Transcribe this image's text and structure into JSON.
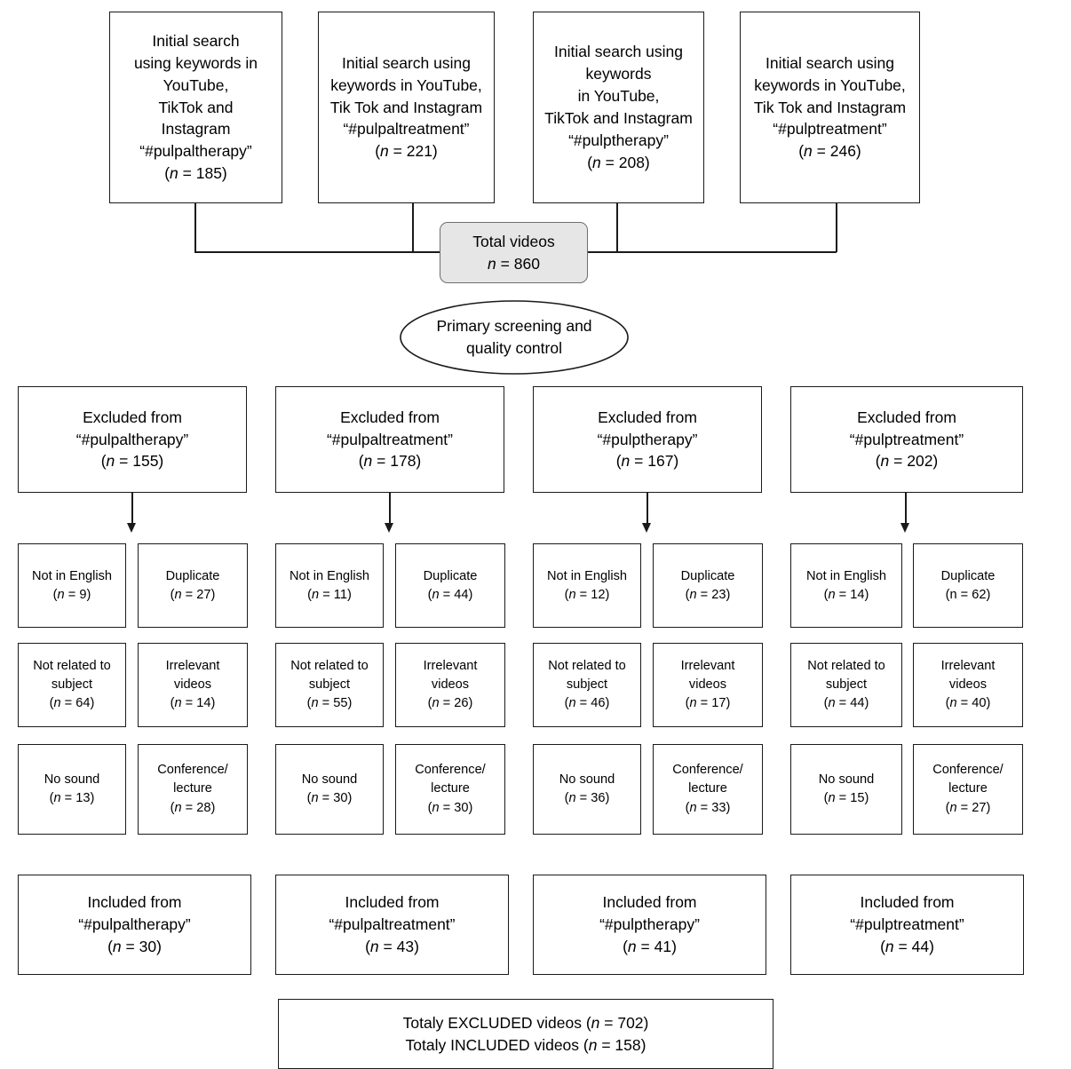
{
  "figure": {
    "type": "flowchart",
    "title": "Video selection flow diagram"
  },
  "top_boxes": [
    {
      "text": "Initial search\nusing keywords in\nYouTube,\nTikTok and\nInstagram\n“#pulpaltherapy”\n(n = 185)",
      "keyword": "#pulpaltherapy",
      "n": 185
    },
    {
      "text": "Initial search using\nkeywords in YouTube,\nTik Tok and Instagram\n“#pulpaltreatment”\n(n = 221)",
      "keyword": "#pulpaltreatment",
      "n": 221
    },
    {
      "text": "Initial search using\nkeywords\nin YouTube,\nTikTok and Instagram\n“#pulptherapy”\n(n = 208)",
      "keyword": "#pulptherapy",
      "n": 208
    },
    {
      "text": "Initial search using\nkeywords in YouTube,\nTik Tok and Instagram\n“#pulptreatment”\n(n = 246)",
      "keyword": "#pulptreatment",
      "n": 246
    }
  ],
  "total_videos": {
    "label": "Total videos",
    "count_text": "n = 860",
    "n": 860,
    "fill_color": "#e6e6e6"
  },
  "screening": {
    "text": "Primary screening and\nquality control"
  },
  "excluded_boxes": [
    {
      "text": "Excluded from\n“#pulpaltherapy”\n(n = 155)",
      "keyword": "#pulpaltherapy",
      "n": 155
    },
    {
      "text": "Excluded from\n“#pulpaltreatment”\n(n = 178)",
      "keyword": "#pulpaltreatment",
      "n": 178
    },
    {
      "text": "Excluded from\n“#pulptherapy”\n(n = 167)",
      "keyword": "#pulptherapy",
      "n": 167
    },
    {
      "text": "Excluded from\n“#pulptreatment”\n(n = 202)",
      "keyword": "#pulptreatment",
      "n": 202
    }
  ],
  "reason_groups": [
    {
      "keyword": "#pulpaltherapy",
      "reasons": [
        {
          "label": "Not in English",
          "count_text": "(n = 9)",
          "n": 9
        },
        {
          "label": "Duplicate",
          "count_text": "(n = 27)",
          "n": 27
        },
        {
          "label": "Not related to\nsubject",
          "count_text": "(n = 64)",
          "n": 64
        },
        {
          "label": "Irrelevant\nvideos",
          "count_text": "(n = 14)",
          "n": 14
        },
        {
          "label": "No sound",
          "count_text": "(n = 13)",
          "n": 13
        },
        {
          "label": "Conference/\nlecture",
          "count_text": "(n = 28)",
          "n": 28
        }
      ]
    },
    {
      "keyword": "#pulpaltreatment",
      "reasons": [
        {
          "label": "Not in English",
          "count_text": "(n = 11)",
          "n": 11
        },
        {
          "label": "Duplicate",
          "count_text": "(n = 44)",
          "n": 44
        },
        {
          "label": "Not related to\nsubject",
          "count_text": "(n = 55)",
          "n": 55
        },
        {
          "label": "Irrelevant\nvideos",
          "count_text": "(n = 26)",
          "n": 26
        },
        {
          "label": "No sound",
          "count_text": "(n = 30)",
          "n": 30
        },
        {
          "label": "Conference/\nlecture",
          "count_text": "(n = 30)",
          "n": 30
        }
      ]
    },
    {
      "keyword": "#pulptherapy",
      "reasons": [
        {
          "label": "Not in English",
          "count_text": "(n = 12)",
          "n": 12
        },
        {
          "label": "Duplicate",
          "count_text": "(n = 23)",
          "n": 23
        },
        {
          "label": "Not related to\nsubject",
          "count_text": "(n = 46)",
          "n": 46
        },
        {
          "label": "Irrelevant\nvideos",
          "count_text": "(n = 17)",
          "n": 17
        },
        {
          "label": "No sound",
          "count_text": "(n = 36)",
          "n": 36
        },
        {
          "label": "Conference/\nlecture",
          "count_text": "(n = 33)",
          "n": 33
        }
      ]
    },
    {
      "keyword": "#pulptreatment",
      "reasons": [
        {
          "label": "Not in English",
          "count_text": "(n = 14)",
          "n": 14
        },
        {
          "label": "Duplicate",
          "count_text": "(n = 62)",
          "n": 62
        },
        {
          "label": "Not related to\nsubject",
          "count_text": "(n = 44)",
          "n": 44
        },
        {
          "label": "Irrelevant\nvideos",
          "count_text": "(n = 40)",
          "n": 40
        },
        {
          "label": "No sound",
          "count_text": "(n = 15)",
          "n": 15
        },
        {
          "label": "Conference/\nlecture",
          "count_text": "(n = 27)",
          "n": 27
        }
      ]
    }
  ],
  "included_boxes": [
    {
      "text": "Included from\n“#pulpaltherapy”\n(n = 30)",
      "keyword": "#pulpaltherapy",
      "n": 30
    },
    {
      "text": "Included from\n“#pulpaltreatment”\n(n = 43)",
      "keyword": "#pulpaltreatment",
      "n": 43
    },
    {
      "text": "Included from\n“#pulptherapy”\n(n = 41)",
      "keyword": "#pulptherapy",
      "n": 41
    },
    {
      "text": "Included from\n“#pulptreatment”\n(n = 44)",
      "keyword": "#pulptreatment",
      "n": 44
    }
  ],
  "totals_box": {
    "line1": "Totaly EXCLUDED videos (n = 702)",
    "line2": "Totaly INCLUDED videos (n = 158)",
    "excluded_n": 702,
    "included_n": 158
  }
}
